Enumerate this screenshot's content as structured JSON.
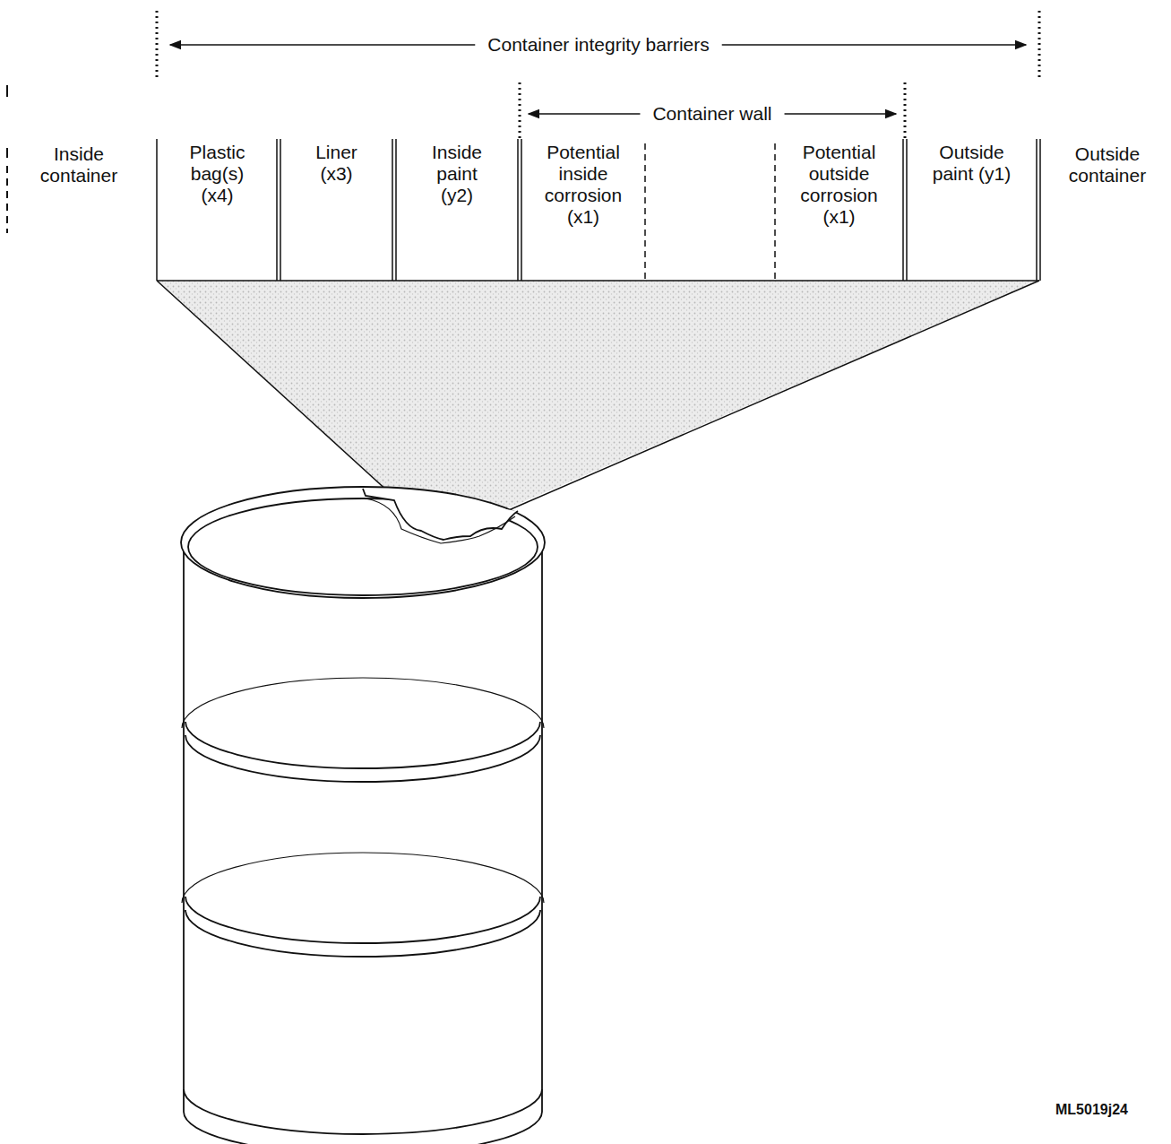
{
  "diagram": {
    "nodes": [
      {
        "text": [
          "Plastic bag(s) (x4)"
        ]
      },
      {
        "text": [
          "Liner (x3)"
        ]
      },
      {
        "text": [
          "Inside paint (y2)"
        ]
      },
      {
        "text": [
          "Potential inside corrosion (x1)"
        ]
      },
      {
        "text": [
          "Potential outside corrosion (x1)"
        ]
      },
      {
        "text": [
          "Outside paint (y1)"
        ]
      }
    ],
    "labels": [
      "Container integrity barriers",
      "Container wall",
      "Inside container",
      "Outside container",
      "ML5019j24"
    ]
  }
}
